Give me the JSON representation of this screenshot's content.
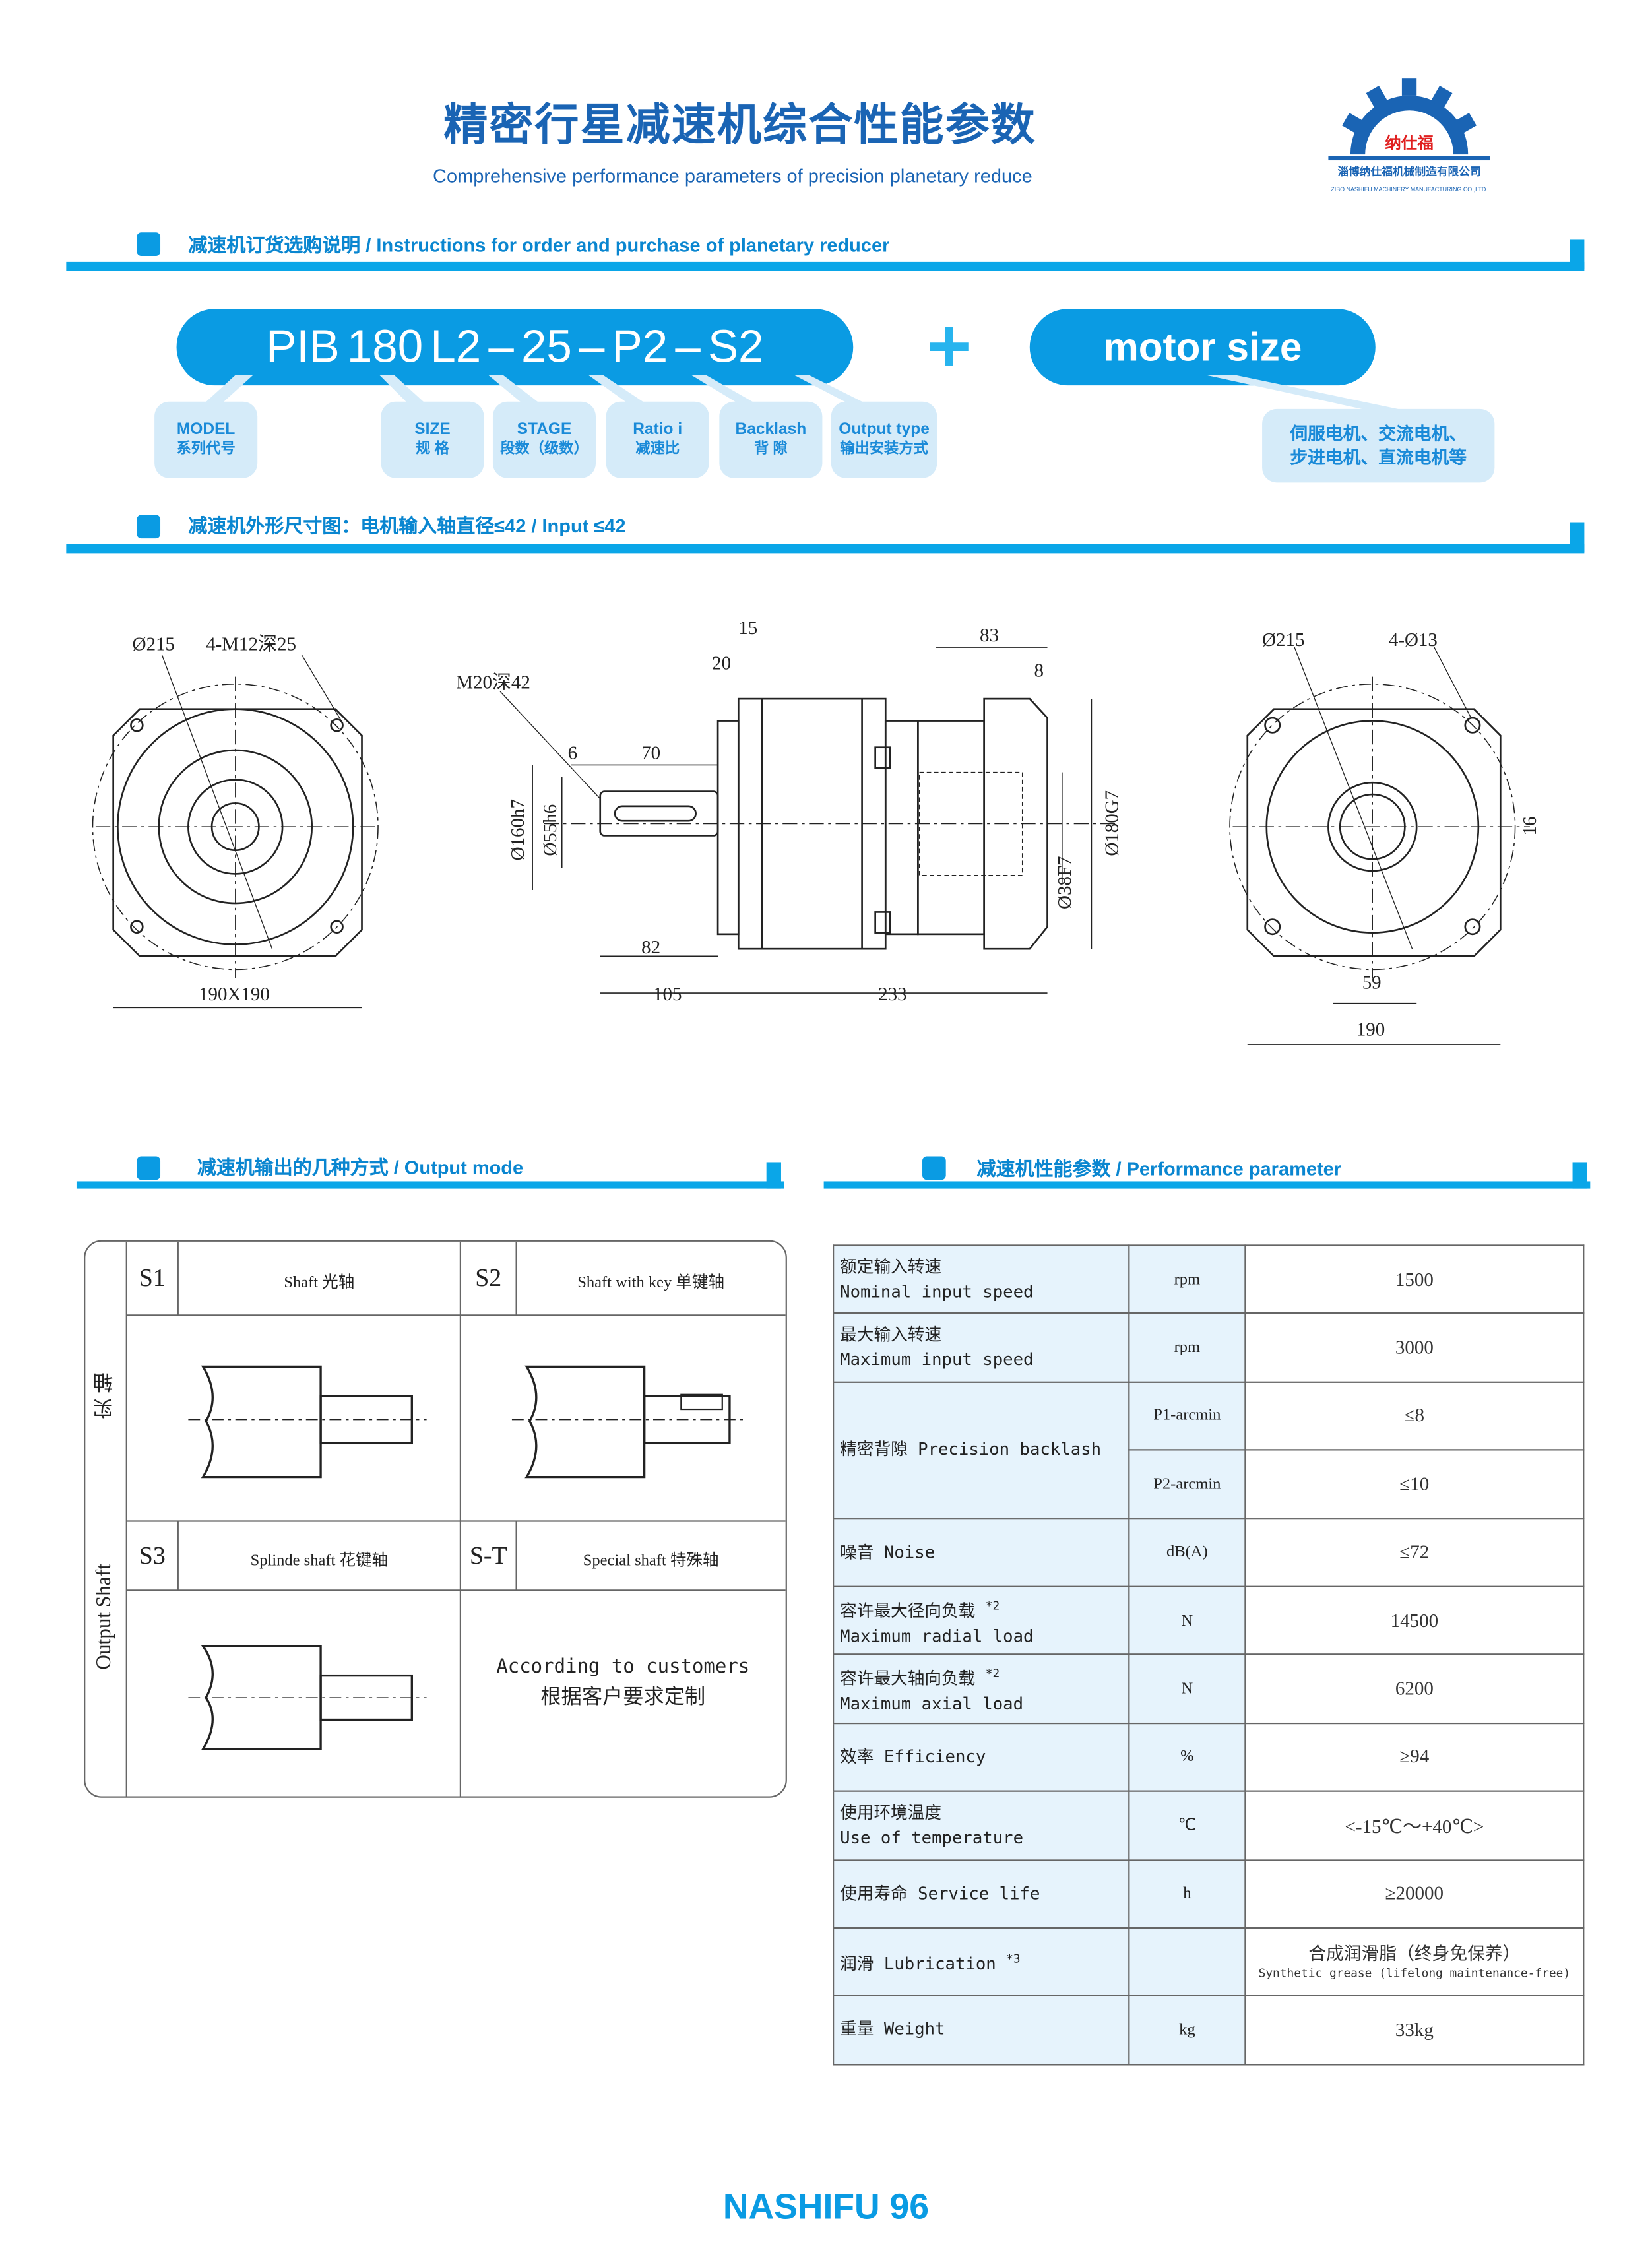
{
  "header": {
    "title": "精密行星减速机综合性能参数",
    "subtitle": "Comprehensive performance parameters of precision planetary reduce",
    "logo_text": "纳仕福",
    "logo_company_cn": "淄博纳仕福机械制造有限公司",
    "logo_company_en": "ZIBO NASHIFU MACHINERY MANUFACTURING CO.,LTD."
  },
  "sections": {
    "order": "减速机订货选购说明 / Instructions for order and purchase of planetary reducer",
    "dimensions": "减速机外形尺寸图：电机输入轴直径≤42 / Input ≤42",
    "output_mode": "减速机输出的几种方式 / Output mode",
    "performance": "减速机性能参数 / Performance parameter"
  },
  "model_code": {
    "parts": [
      "PIB",
      "180",
      "L2",
      "25",
      "P2",
      "S2"
    ],
    "sep": "–",
    "plus": "+",
    "motor": "motor size",
    "labels": [
      {
        "en": "MODEL",
        "cn": "系列代号"
      },
      {
        "en": "SIZE",
        "cn": "规  格"
      },
      {
        "en": "STAGE",
        "cn": "段数（级数）"
      },
      {
        "en": "Ratio i",
        "cn": "减速比"
      },
      {
        "en": "Backlash",
        "cn": "背  隙"
      },
      {
        "en": "Output type",
        "cn": "输出安装方式"
      }
    ],
    "motor_label": [
      "伺服电机、交流电机、",
      "步进电机、直流电机等"
    ]
  },
  "drawing": {
    "front": {
      "dia": "Ø215",
      "holes": "4-M12深25",
      "square": "190X190"
    },
    "side": {
      "thread": "M20深42",
      "d15": "15",
      "d20": "20",
      "d6": "6",
      "d70": "70",
      "d160": "Ø160h7",
      "d55": "Ø55h6",
      "d82": "82",
      "d105": "105",
      "d233": "233",
      "d83": "83",
      "d8": "8",
      "d38": "Ø38F7",
      "d180": "Ø180G7"
    },
    "rear": {
      "dia": "Ø215",
      "holes": "4-Ø13",
      "d16": "16",
      "d59": "59",
      "d190": "190"
    }
  },
  "output_mode": {
    "side_label_cn": "实 轴",
    "side_label_en": "Output Shaft",
    "cells": [
      {
        "code": "S1",
        "name": "Shaft 光轴"
      },
      {
        "code": "S2",
        "name": "Shaft with key 单键轴"
      },
      {
        "code": "S3",
        "name": "Splinde shaft 花键轴"
      },
      {
        "code": "S-T",
        "name": "Special shaft 特殊轴"
      }
    ],
    "custom_en": "According to customers",
    "custom_cn": "根据客户要求定制"
  },
  "performance": {
    "rows": [
      {
        "cn": "额定输入转速",
        "en": "Nominal input speed",
        "unit": "rpm",
        "value": "1500"
      },
      {
        "cn": "最大输入转速",
        "en": "Maximum input speed",
        "unit": "rpm",
        "value": "3000"
      },
      {
        "label": "精密背隙 Precision backlash",
        "unit": "P1-arcmin",
        "value": "≤8",
        "unit2": "P2-arcmin",
        "value2": "≤10"
      },
      {
        "label": "噪音 Noise",
        "unit": "dB(A)",
        "value": "≤72"
      },
      {
        "cn": "容许最大径向负载",
        "sup": "*2",
        "en": "Maximum radial load",
        "unit": "N",
        "value": "14500"
      },
      {
        "cn": "容许最大轴向负载",
        "sup": "*2",
        "en": "Maximum axial load",
        "unit": "N",
        "value": "6200"
      },
      {
        "label": "效率 Efficiency",
        "unit": "%",
        "value": "≥94"
      },
      {
        "cn": "使用环境温度",
        "en": "Use of temperature",
        "unit": "℃",
        "value": "<-15℃～+40℃>"
      },
      {
        "label": "使用寿命 Service life",
        "unit": "h",
        "value": "≥20000"
      },
      {
        "label": "润滑 Lubrication",
        "sup": "*3",
        "unit": "",
        "value": "合成润滑脂（终身免保养）",
        "value_en": "Synthetic grease (lifelong maintenance-free)"
      },
      {
        "label": "重量 Weight",
        "unit": "kg",
        "value": "33kg"
      }
    ]
  },
  "footer": {
    "brand": "NASHIFU",
    "page": "96"
  }
}
